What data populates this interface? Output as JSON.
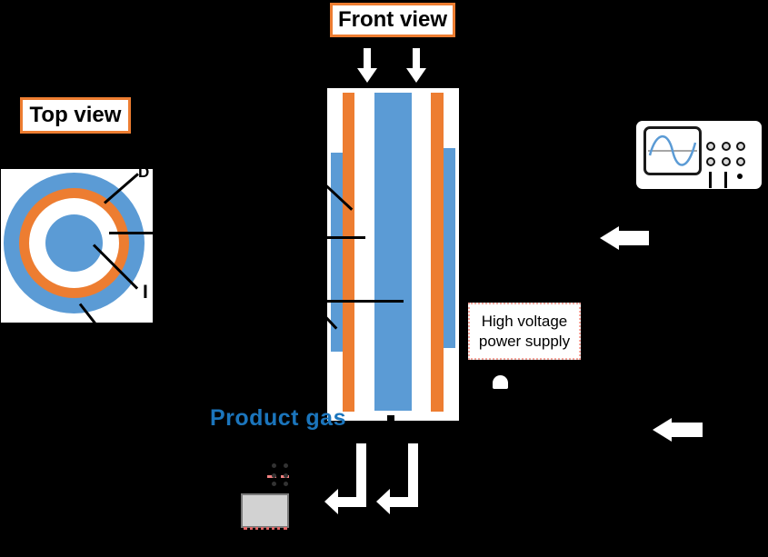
{
  "colors": {
    "background": "#000000",
    "diagram_blue": "#5b9bd5",
    "diagram_orange": "#ed7d31",
    "label_border_orange": "#ed7d31",
    "product_gas_blue": "#1b75bc",
    "hv_dotted_border": "#f5a79e",
    "sample_box_gray": "#d2d2d2",
    "dotted_pink": "#e06666",
    "sine_wave_blue": "#5b9bd5"
  },
  "top_view": {
    "label": "Top view",
    "fragment_dielectric": "D",
    "fragment_inner": "I"
  },
  "front_view": {
    "label": "Front view"
  },
  "power_supply": {
    "label": "High voltage power supply"
  },
  "product_gas": {
    "label": "Product gas"
  }
}
